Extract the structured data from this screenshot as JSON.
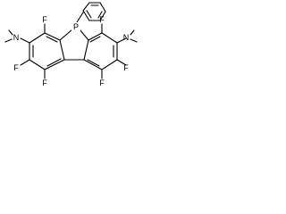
{
  "labels": {
    "phosphorus": "P",
    "f_upper_left": "F",
    "f_left": "F",
    "f_bottom_left": "F",
    "f_bottom_right": "F",
    "f_upper_right": "F",
    "f_right": "F",
    "n_left": "N",
    "n_right": "N"
  },
  "colors": {
    "bond": "#000000",
    "text": "#000000",
    "background": "#ffffff"
  }
}
